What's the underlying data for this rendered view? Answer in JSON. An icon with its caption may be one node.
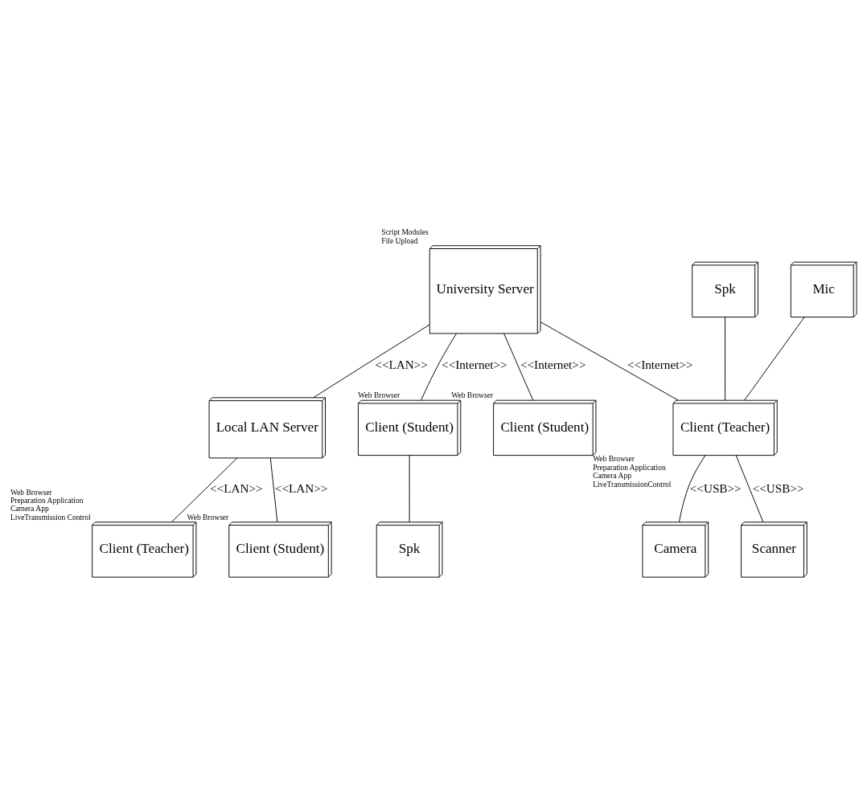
{
  "diagram": {
    "nodes": [
      {
        "text": [
          "University Server"
        ],
        "beside": [
          "Script Modules",
          "File Upload"
        ]
      },
      {
        "text": [
          "Local LAN Server"
        ]
      },
      {
        "text": [
          "Client (Teacher)"
        ],
        "beside": [
          "Web Browser",
          "Preparation Application",
          "Camera App",
          "LiveTransmission Control"
        ]
      },
      {
        "text": [
          "Client (Student)"
        ],
        "beside": [
          "Web Browser"
        ]
      },
      {
        "text": [
          "Client (Student)"
        ],
        "beside": [
          "Web Browser"
        ]
      },
      {
        "text": [
          "Client (Student)"
        ],
        "beside": [
          "Web Browser"
        ]
      },
      {
        "text": [
          "Spk"
        ]
      },
      {
        "text": [
          "Spk"
        ]
      },
      {
        "text": [
          "Client (Teacher)"
        ],
        "beside": [
          "Web Browser",
          "Preparation Application",
          "Camera App",
          "LiveTransmissionControl"
        ]
      },
      {
        "text": [
          "Camera"
        ]
      },
      {
        "text": [
          "Mic"
        ]
      },
      {
        "text": [
          "Scanner"
        ]
      }
    ],
    "edges": [
      {
        "from": 0,
        "to": 1,
        "arrow": "none",
        "label": "<<LAN>>"
      },
      {
        "from": 1,
        "to": 2,
        "arrow": "none",
        "label": "<<LAN>>"
      },
      {
        "from": 1,
        "to": 3,
        "arrow": "none",
        "label": "<<LAN>>"
      },
      {
        "from": 0,
        "to": 4,
        "arrow": "none",
        "label": "<<Internet>>"
      },
      {
        "from": 0,
        "to": 5,
        "arrow": "none",
        "label": "<<Internet>>"
      },
      {
        "from": 0,
        "to": 8,
        "arrow": "none",
        "label": "<<Internet>>"
      },
      {
        "from": 4,
        "to": 6,
        "arrow": "none"
      },
      {
        "from": 7,
        "to": 8,
        "arrow": "none"
      },
      {
        "from": 10,
        "to": 8,
        "arrow": "none"
      },
      {
        "from": 8,
        "to": 9,
        "arrow": "none",
        "label": "<<USB>>"
      },
      {
        "from": 8,
        "to": 11,
        "arrow": "none",
        "label": "<<USB>>"
      }
    ]
  }
}
